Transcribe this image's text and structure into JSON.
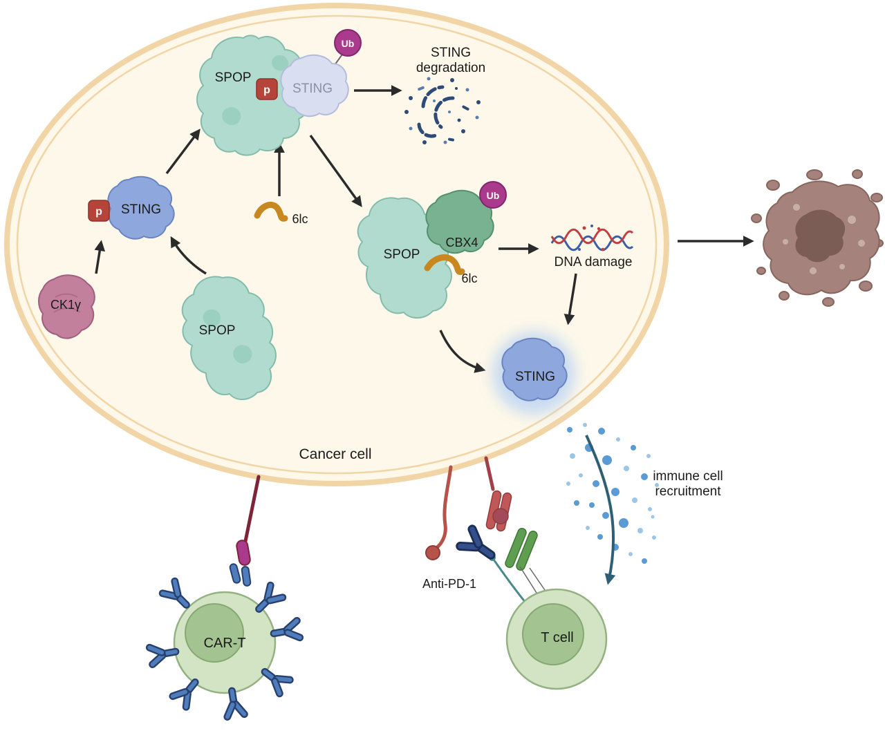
{
  "cell": {
    "label": "Cancer cell"
  },
  "molecules": {
    "spop_top": "SPOP",
    "sting_bound": "STING",
    "p_top": "p",
    "ub_top": "Ub",
    "sting_phospho": "STING",
    "p_left": "p",
    "ck1gamma": "CK1γ",
    "spop_free": "SPOP",
    "lc6_free": "6lc",
    "spop_cbx4": "SPOP",
    "cbx4": "CBX4",
    "ub_cbx4": "Ub",
    "lc6_bound": "6lc",
    "sting_active": "STING"
  },
  "annotations": {
    "sting_degradation": [
      "STING",
      "degradation"
    ],
    "dna_damage": "DNA damage",
    "immune_recruitment": [
      "immune cell",
      "recruitment"
    ],
    "anti_pd1": "Anti-PD-1",
    "car_t": "CAR-T",
    "t_cell": "T cell"
  },
  "colors": {
    "cell_fill": "#fdf8e9",
    "cell_edge": "#f2d5a6",
    "spop": "#b2dbcf",
    "spop_edge": "#83bcab",
    "spop_inner": "#8fcbba",
    "sting_lav": "#d9def1",
    "sting_lav_edge": "#b3bcdc",
    "sting_lav_text": "#8b91a4",
    "sting_blue": "#8ea7dc",
    "sting_blue_edge": "#6a84c2",
    "sting_glow": "#bed5f4",
    "ck1": "#c2809c",
    "ck1_edge": "#a05e7e",
    "cbx4": "#79b291",
    "cbx4_edge": "#53906d",
    "ub": "#a93a8c",
    "ub_edge": "#84256c",
    "p_badge": "#b5443a",
    "p_badge_edge": "#8e332b",
    "lc6": "#c8871f",
    "arrow": "#2b2b2b",
    "frag": "#2e4a78",
    "frag_light": "#5e7cab",
    "dna_red": "#c04040",
    "dna_blue": "#3a5fa8",
    "tumor": "#a5837c",
    "tumor_edge": "#86655d",
    "tumor_dark": "#7b5d55",
    "tumor_hole": "#c7afa5",
    "cell_green": "#d2e4c4",
    "cell_green_edge": "#93b181",
    "nucleus": "#a3c491",
    "nucleus_edge": "#85a871",
    "ab_fill": "#4f7cba",
    "ab_edge": "#27406e",
    "car_link": "#7d2438",
    "tcell_link": "#a04048",
    "tcr_red": "#c05858",
    "tcr_red_edge": "#8f3b3b",
    "tcr_knob": "#a34a5a",
    "tcr_green": "#5f9e50",
    "tcr_green_edge": "#3c7733",
    "pd1_ab": "#34508c",
    "pd1_ab_edge": "#1d2f55",
    "red_line": "#b5524a",
    "teal": "#4a8a8c",
    "recruit": "#2e5f74",
    "dot": "#5b9bd5",
    "dot_light": "#9cc6e8"
  }
}
